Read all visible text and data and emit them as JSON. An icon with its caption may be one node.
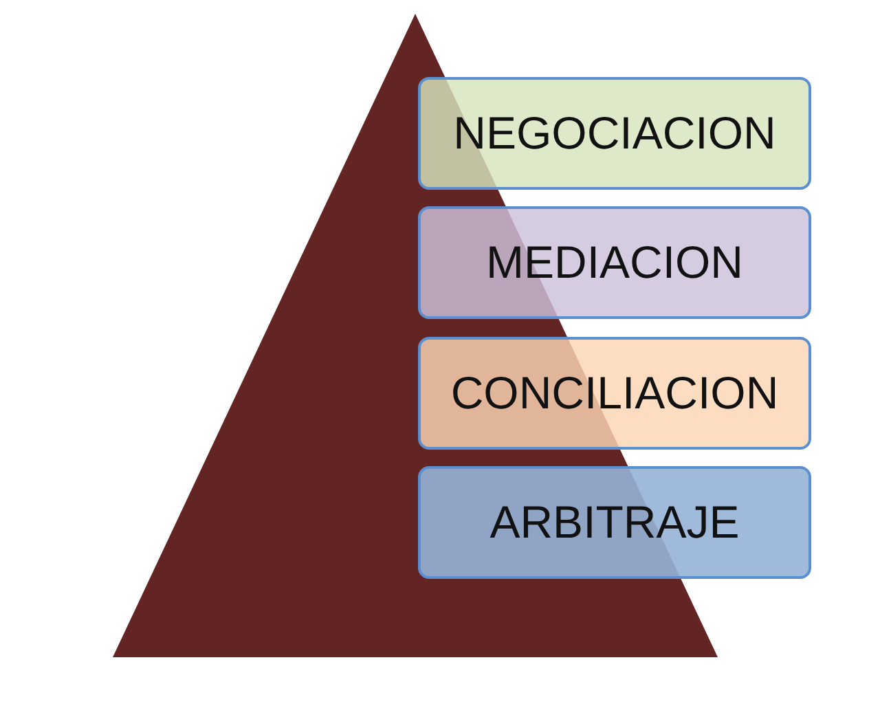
{
  "diagram": {
    "nodes": [
      {
        "text": [],
        "shape": "triangle"
      },
      {
        "text": [
          "NEGOCIACION"
        ]
      },
      {
        "text": [
          "MEDIACION"
        ]
      },
      {
        "text": [
          "CONCILIACION"
        ]
      },
      {
        "text": [
          "ARBITRAJE"
        ]
      }
    ]
  }
}
